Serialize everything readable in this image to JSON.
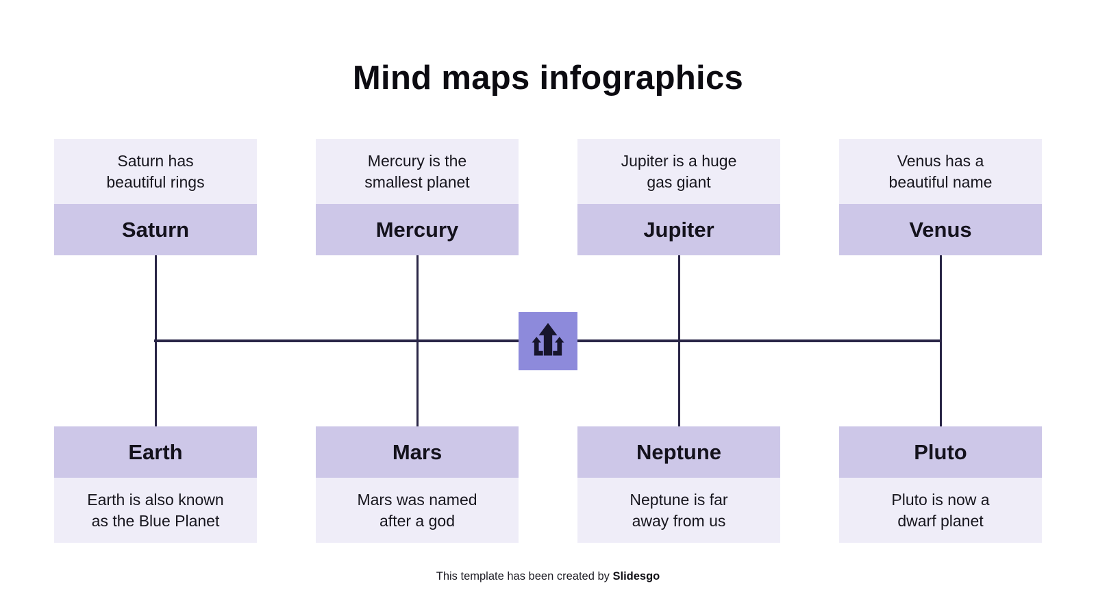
{
  "title": "Mind maps infographics",
  "nodes": {
    "top": [
      {
        "label": "Saturn",
        "lines": [
          "Saturn has",
          "beautiful rings"
        ]
      },
      {
        "label": "Mercury",
        "lines": [
          "Mercury is the",
          "smallest planet"
        ]
      },
      {
        "label": "Jupiter",
        "lines": [
          "Jupiter is a huge",
          "gas giant"
        ]
      },
      {
        "label": "Venus",
        "lines": [
          "Venus has a",
          "beautiful name"
        ]
      }
    ],
    "bottom": [
      {
        "label": "Earth",
        "lines": [
          "Earth is also known",
          "as the Blue Planet"
        ]
      },
      {
        "label": "Mars",
        "lines": [
          "Mars was named",
          "after a god"
        ]
      },
      {
        "label": "Neptune",
        "lines": [
          "Neptune is far",
          "away from us"
        ]
      },
      {
        "label": "Pluto",
        "lines": [
          "Pluto is now a",
          "dwarf planet"
        ]
      }
    ]
  },
  "center_icon": "arrows-up-icon",
  "footer": {
    "text": "This template has been created by ",
    "brand": "Slidesgo"
  },
  "colors": {
    "accent_square": "#8d8adb",
    "label_band": "#cdc7e8",
    "description_tint": "#efedf8",
    "connector_line": "#2a2647",
    "background": "#ffffff",
    "text": "#14121c"
  }
}
